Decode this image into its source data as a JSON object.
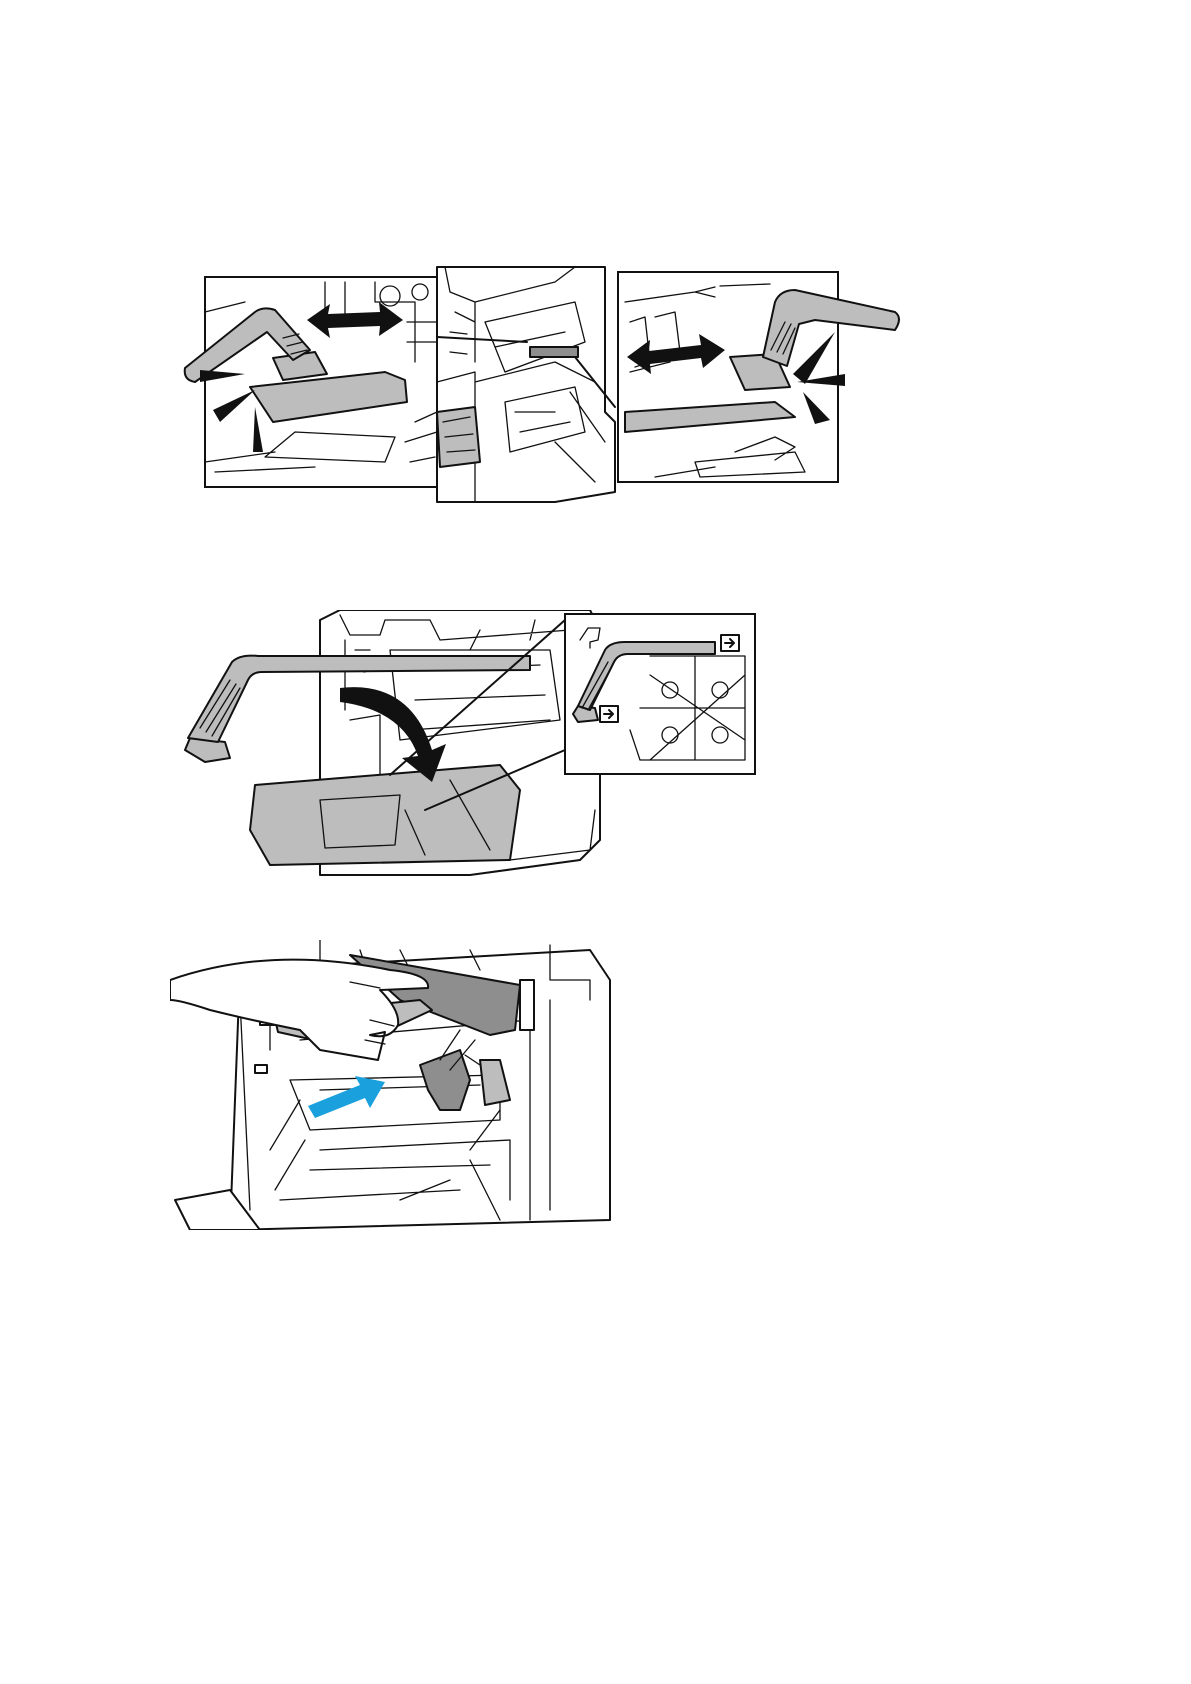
{
  "page": {
    "figures": [
      {
        "id": "figure-1",
        "desc_icon": "cleaning-rod-slide-icon"
      },
      {
        "id": "figure-2",
        "desc_icon": "cleaning-rod-store-icon"
      },
      {
        "id": "figure-3",
        "desc_icon": "drum-cartridge-insert-icon"
      }
    ]
  },
  "colors": {
    "accent_arrow": "#1aa0dc",
    "part_gray": "#bdbdbd",
    "line": "#111111"
  }
}
